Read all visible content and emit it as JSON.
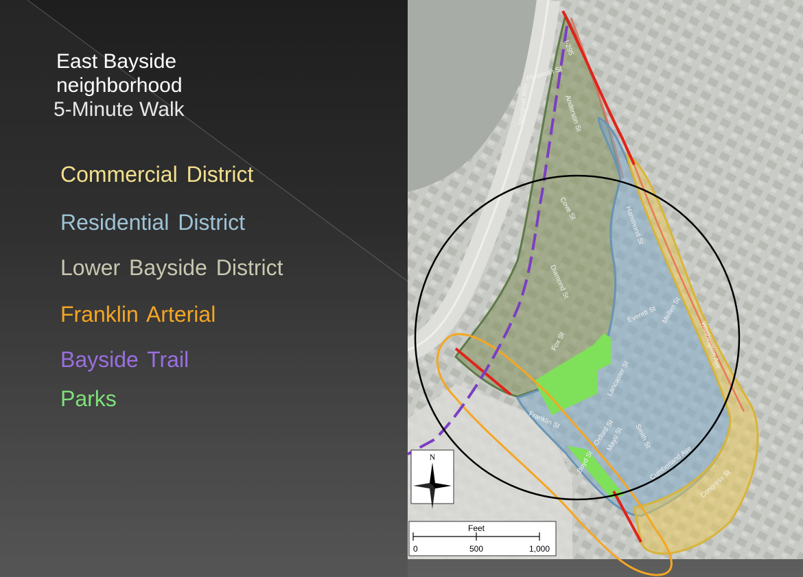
{
  "title": {
    "line1": "East Bayside",
    "line2": "neighborhood",
    "line3": "5-Minute Walk"
  },
  "legend": [
    {
      "label": "Commercial District",
      "color": "#f3e08e"
    },
    {
      "label": "Residential District",
      "color": "#9fc3d6"
    },
    {
      "label": "Lower Bayside District",
      "color": "#c9c7b0"
    },
    {
      "label": "Franklin Arterial",
      "color": "#f5a623"
    },
    {
      "label": "Bayside Trail",
      "color": "#9b6fe0"
    },
    {
      "label": "Parks",
      "color": "#7fe07a"
    }
  ],
  "map": {
    "north_label": "N",
    "scale_unit": "Feet",
    "scale_ticks": [
      "0",
      "500",
      "1,000"
    ],
    "streets": [
      "I-295",
      "Plowman St",
      "Marginal Way",
      "Anderson St",
      "Cove St",
      "Diamond St",
      "Fox St",
      "Hammond St",
      "Everett St",
      "Mellen St",
      "Lancaster St",
      "Smith St",
      "Oxford St",
      "Mayo St",
      "Cumberland Ave",
      "Washington Ave",
      "Congress St",
      "Franklin St",
      "Boyd St"
    ]
  }
}
